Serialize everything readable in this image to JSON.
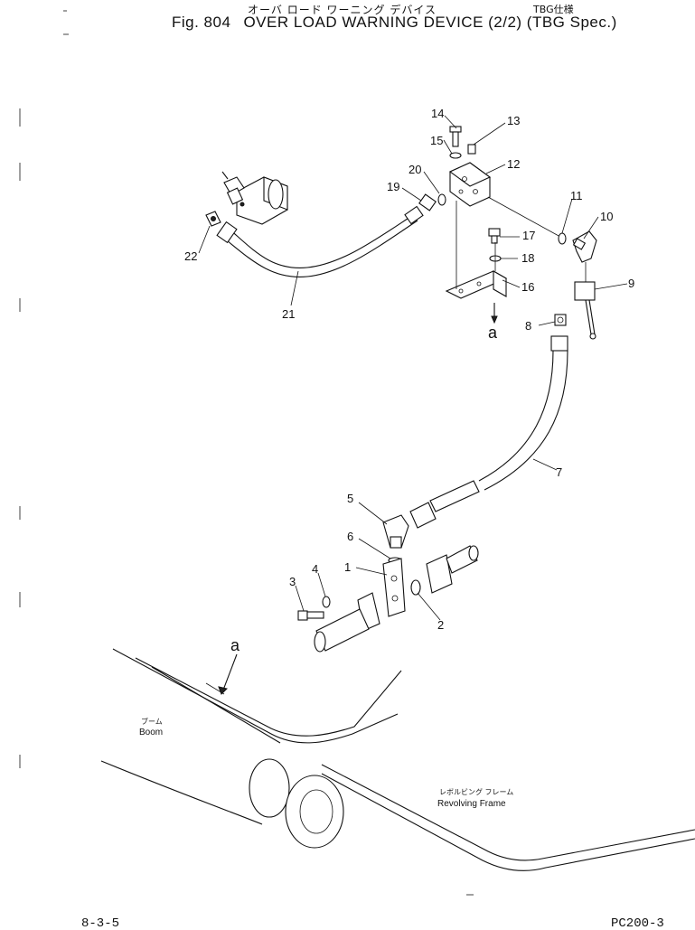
{
  "header": {
    "jp_title": "オーバ ロード ワーニング デバイス",
    "jp_spec": "TBG仕様",
    "fig_label": "Fig. 804",
    "title": "OVER LOAD WARNING DEVICE (2/2) (TBG Spec.)"
  },
  "callouts": {
    "n1": "1",
    "n2": "2",
    "n3": "3",
    "n4": "4",
    "n5": "5",
    "n6": "6",
    "n7": "7",
    "n8": "8",
    "n9": "9",
    "n10": "10",
    "n11": "11",
    "n12": "12",
    "n13": "13",
    "n14": "14",
    "n15": "15",
    "n16": "16",
    "n17": "17",
    "n18": "18",
    "n19": "19",
    "n20": "20",
    "n21": "21",
    "n22": "22"
  },
  "letters": {
    "a_top": "a",
    "a_bottom": "a"
  },
  "labels": {
    "boom_jp": "ブーム",
    "boom_en": "Boom",
    "frame_jp": "レボルビング フレーム",
    "frame_en": "Revolving Frame"
  },
  "footer": {
    "page": "8-3-5",
    "code": "PC200-3"
  }
}
